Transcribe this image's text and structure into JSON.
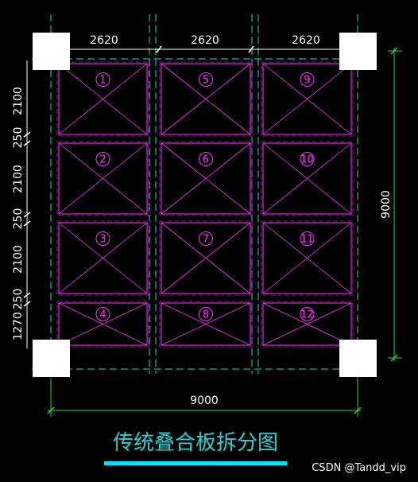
{
  "drawing": {
    "title": "传统叠合板拆分图",
    "watermark": "CSDN @Tandd_vip",
    "colors": {
      "background": "#000000",
      "slab": "#ff33ff",
      "axis": "#27d2d2",
      "column": "#ffffff",
      "green_dim": "#33cc33",
      "white_dim": "#ffffff",
      "title_underline": "#00e5ff"
    },
    "top_dims": [
      "2620",
      "2620",
      "2620"
    ],
    "left_dims": [
      "2100",
      "250",
      "2100",
      "250",
      "2100",
      "250",
      "1270"
    ],
    "bottom_dim": "9000",
    "right_dim": "9000",
    "slabs": [
      {
        "label": "1",
        "row": 0,
        "col": 0
      },
      {
        "label": "2",
        "row": 1,
        "col": 0
      },
      {
        "label": "3",
        "row": 2,
        "col": 0
      },
      {
        "label": "4",
        "row": 3,
        "col": 0
      },
      {
        "label": "5",
        "row": 0,
        "col": 1
      },
      {
        "label": "6",
        "row": 1,
        "col": 1
      },
      {
        "label": "7",
        "row": 2,
        "col": 1
      },
      {
        "label": "8",
        "row": 3,
        "col": 1
      },
      {
        "label": "9",
        "row": 0,
        "col": 2
      },
      {
        "label": "10",
        "row": 1,
        "col": 2
      },
      {
        "label": "11",
        "row": 2,
        "col": 2
      },
      {
        "label": "12",
        "row": 3,
        "col": 2
      }
    ]
  }
}
